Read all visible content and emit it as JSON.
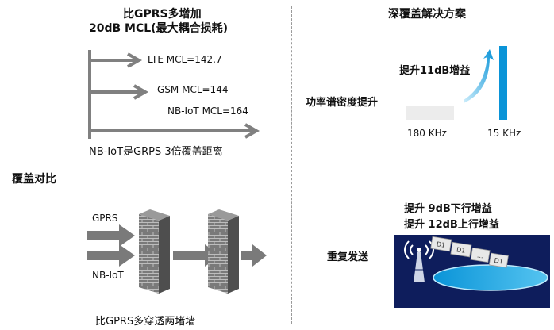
{
  "left": {
    "title_line1": "比GPRS多增加",
    "title_line2": "20dB MCL(最大耦合损耗)",
    "mcl_labels": [
      "LTE MCL=142.7",
      "GSM MCL=144",
      "NB-IoT MCL=164"
    ],
    "mcl_caption": "NB-IoT是GRPS 3倍覆盖距离",
    "section_label": "覆盖对比",
    "gprs_label": "GPRS",
    "nbiot_label": "NB-IoT",
    "walls_caption": "比GPRS多穿透两堵墙"
  },
  "right": {
    "title": "深覆盖解决方案",
    "gain_label": "提升11dB增益",
    "psd_label": "功率谱密度提升",
    "bw_left": "180 KHz",
    "bw_right": "15 KHz",
    "gain2_line1": "提升 9dB下行增益",
    "gain2_line2": "提升 12dB上行增益",
    "repeat_label": "重复发送",
    "packets": [
      "D1",
      "D1",
      "...",
      "D1"
    ]
  },
  "colors": {
    "arrow_gray": "#808080",
    "accent_blue": "#0a94d8",
    "dark_navy": "#0e1d5c",
    "wall_gray": "#6a6a6a",
    "light_gray_bar": "#ececec"
  }
}
